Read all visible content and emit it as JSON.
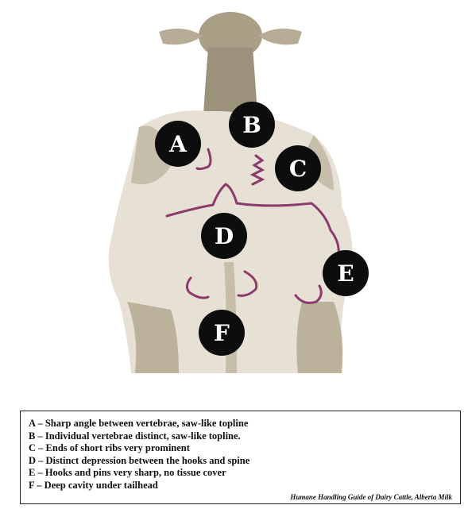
{
  "markers": {
    "a": "A",
    "b": "B",
    "c": "C",
    "d": "D",
    "e": "E",
    "f": "F"
  },
  "legend": {
    "items": [
      "A – Sharp angle between vertebrae, saw-like topline",
      "B – Individual vertebrae distinct, saw-like topline.",
      "C – Ends of short ribs very prominent",
      "D – Distinct depression between the hooks and spine",
      "E – Hooks and pins very sharp, no tissue cover",
      "F – Deep cavity under tailhead"
    ],
    "credit": "Humane Handling Guide of Dairy Cattle, Alberta Milk"
  },
  "colors": {
    "outline": "#8b3a6b",
    "body": "#e6e1d4",
    "shadow": "#a99e86",
    "marker": "#0d0d0d"
  }
}
